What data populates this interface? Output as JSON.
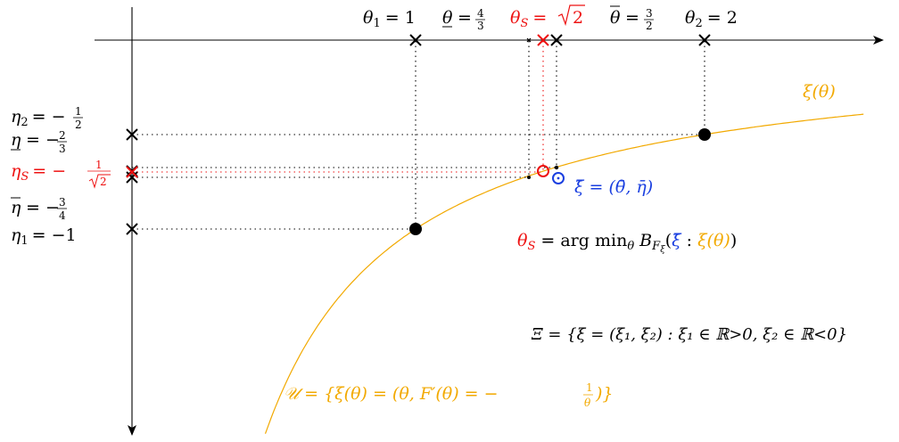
{
  "colors": {
    "ink": "#000000",
    "orange": "#F2A900",
    "red": "#EE1111",
    "blue": "#1A3FE0"
  },
  "top_labels": {
    "theta1": {
      "sym": "θ",
      "sub": "1",
      "rhs": "= 1"
    },
    "theta_lower": {
      "sym": "θ",
      "eq": "=",
      "num": "4",
      "den": "3"
    },
    "theta_s": {
      "sym": "θ",
      "sub": "S",
      "eq": "=",
      "radicand": "2"
    },
    "theta_bar": {
      "sym": "θ",
      "eq": "=",
      "num": "3",
      "den": "2"
    },
    "theta2": {
      "sym": "θ",
      "sub": "2",
      "rhs": "= 2"
    }
  },
  "left_labels": {
    "eta2": {
      "sym": "η",
      "sub": "2",
      "eq": "= −",
      "num": "1",
      "den": "2"
    },
    "eta_lower": {
      "sym": "η",
      "eq": "= −",
      "num": "2",
      "den": "3"
    },
    "eta_s": {
      "sym": "η",
      "sub": "S",
      "eq": "= −",
      "num": "1",
      "den_radicand": "2"
    },
    "eta_bar": {
      "sym": "η",
      "eq": "= −",
      "num": "3",
      "den": "4"
    },
    "eta1": {
      "sym": "η",
      "sub": "1",
      "rhs": "= −1"
    }
  },
  "curve_label": "ξ(θ)",
  "xi_bar_label": "ξ̄ = (θ̄, η̄)",
  "theta_s_def": {
    "lhs": "θ",
    "lhs_sub": "S",
    "mid": " = arg min",
    "min_sub": "θ",
    "b": " B",
    "b_sub": "F",
    "b_subsub": "ξ",
    "open": "(",
    "arg1": "ξ̄",
    "colon": " : ",
    "arg2": "ξ(θ)",
    "close": ")"
  },
  "domain_def": "Ξ = {ξ = (ξ₁, ξ₂)  :  ξ₁ ∈ ℝ>0, ξ₂ ∈ ℝ<0}",
  "manifold_def": {
    "main": "𝒰 = {ξ(θ) = (θ, F′(θ) = −",
    "frac_num": "1",
    "frac_den": "θ",
    "tail": ")}"
  },
  "x_marks": {
    "theta1": 1,
    "theta_lower": 1.3333,
    "theta_s": 1.4142,
    "theta_bar": 1.5,
    "theta2": 2
  },
  "y_marks": {
    "eta2": -0.5,
    "eta_lower": -0.6667,
    "eta_s": -0.7071,
    "eta_bar": -0.75,
    "eta1": -1
  }
}
